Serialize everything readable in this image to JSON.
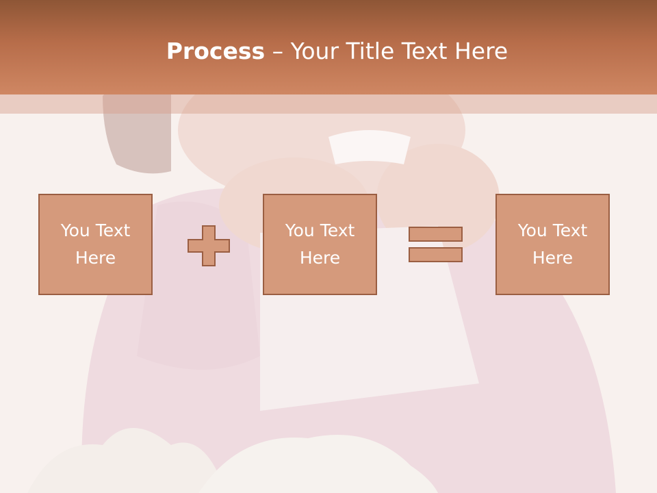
{
  "title": {
    "bold": "Process",
    "dash": " – ",
    "rest": "Your Title Text Here"
  },
  "boxes": [
    {
      "text": "You Text Here"
    },
    {
      "text": "You Text Here"
    },
    {
      "text": "You Text Here"
    }
  ],
  "operators": [
    "plus-icon",
    "equals-icon"
  ],
  "colors": {
    "title_bar": "#b76d4a",
    "box_fill": "#d59a7c",
    "box_border": "#9a5e42",
    "title_text": "#ffffff"
  }
}
